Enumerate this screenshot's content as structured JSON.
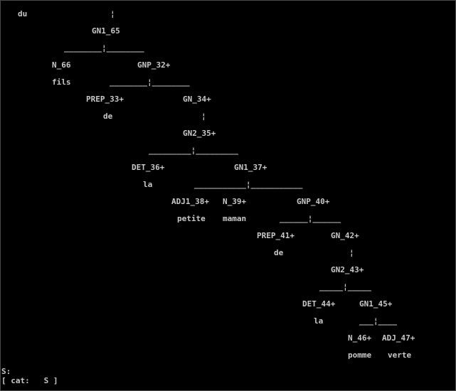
{
  "tree": {
    "nodes": {
      "du": "du",
      "gn1_65": "GN1_65",
      "n_66": "N_66",
      "fils": "fils",
      "gnp_32": "GNP_32+",
      "prep_33": "PREP_33+",
      "de_1": "de",
      "gn_34": "GN_34+",
      "gn2_35": "GN2_35+",
      "det_36": "DET_36+",
      "la_1": "la",
      "gn1_37": "GN1_37+",
      "adj1_38": "ADJ1_38+",
      "petite": "petite",
      "n_39": "N_39+",
      "maman": "maman",
      "gnp_40": "GNP_40+",
      "prep_41": "PREP_41+",
      "de_2": "de",
      "gn_42": "GN_42+",
      "gn2_43": "GN2_43+",
      "det_44": "DET_44+",
      "la_2": "la",
      "gn1_45": "GN1_45+",
      "n_46": "N_46+",
      "pomme": "pomme",
      "adj_47": "ADJ_47+",
      "verte": "verte"
    },
    "connectors": {
      "c_du": "¦",
      "c_gn1_65": "________¦________",
      "c_gnp_32": "________¦________",
      "c_gn_34": "¦",
      "c_gn2_35": "_________¦_________",
      "c_gn1_37": "___________¦___________",
      "c_gnp_40": "______¦______",
      "c_gn_42": "¦",
      "c_gn2_43": "_____¦_____",
      "c_gn1_45": "___¦____"
    }
  },
  "console": {
    "line1": "S:",
    "line2": "[ cat:   S ]"
  },
  "colors": {
    "background": "#000000",
    "text": "#c8c8c8"
  }
}
